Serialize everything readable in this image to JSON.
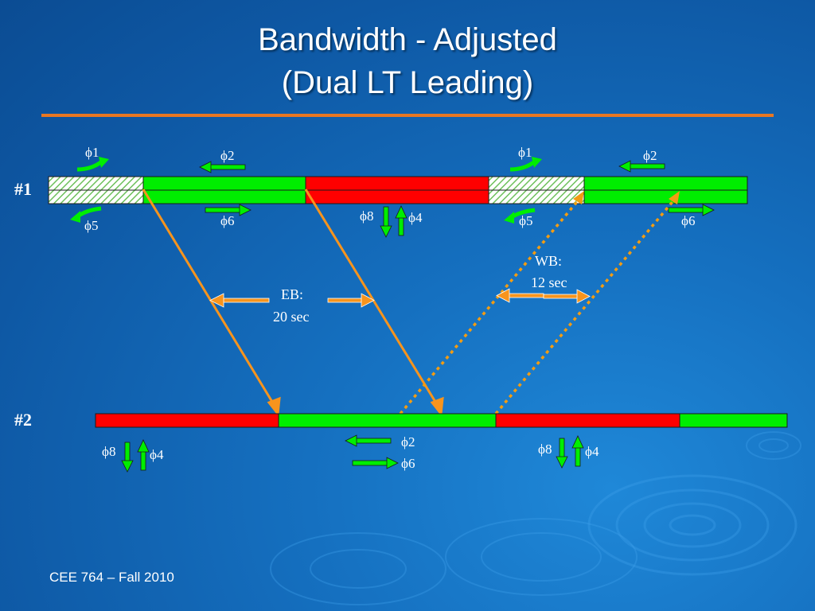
{
  "slide": {
    "title_line1": "Bandwidth - Adjusted",
    "title_line2": "(Dual LT Leading)",
    "footer": "CEE 764 – Fall 2010"
  },
  "diagram": {
    "intersection1_label": "#1",
    "intersection2_label": "#2",
    "phase_labels_top": {
      "a": "ϕ1",
      "b": "ϕ2",
      "c": "ϕ1",
      "d": "ϕ2",
      "e": "ϕ5",
      "f": "ϕ6",
      "g": "ϕ8",
      "h": "ϕ4",
      "i": "ϕ5",
      "j": "ϕ6"
    },
    "phase_labels_bottom": {
      "a": "ϕ8",
      "b": "ϕ4",
      "c": "ϕ2",
      "d": "ϕ6",
      "e": "ϕ8",
      "f": "ϕ4"
    },
    "eb_label": "EB:",
    "eb_value": "20 sec",
    "wb_label": "WB:",
    "wb_value": "12 sec",
    "colors": {
      "green": "#00ee00",
      "red": "#ff0000",
      "orange": "#f7941d",
      "orange_dotted": "#f39c12",
      "hatch": "#7dd36b",
      "background": "#1166b8"
    }
  }
}
